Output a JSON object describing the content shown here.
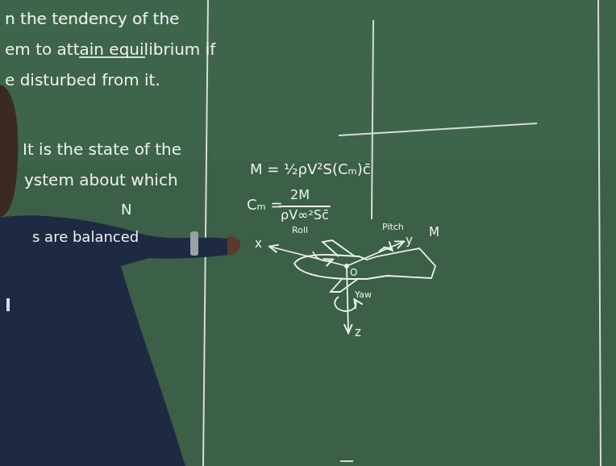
{
  "diagram": {
    "labels": [
      "n the tendency of the",
      "em to attain equilibrium if",
      "e disturbed from it.",
      "It is the state of the",
      "ystem about which",
      "N",
      "s are balanced",
      "M = ½ρV²S(Cₘ)c̄",
      "Cₘ =",
      "2M",
      "ρV∞²Sc̄",
      "x",
      "Roll",
      "Pitch",
      "y",
      "M",
      "O",
      "Yaw",
      "z"
    ]
  }
}
